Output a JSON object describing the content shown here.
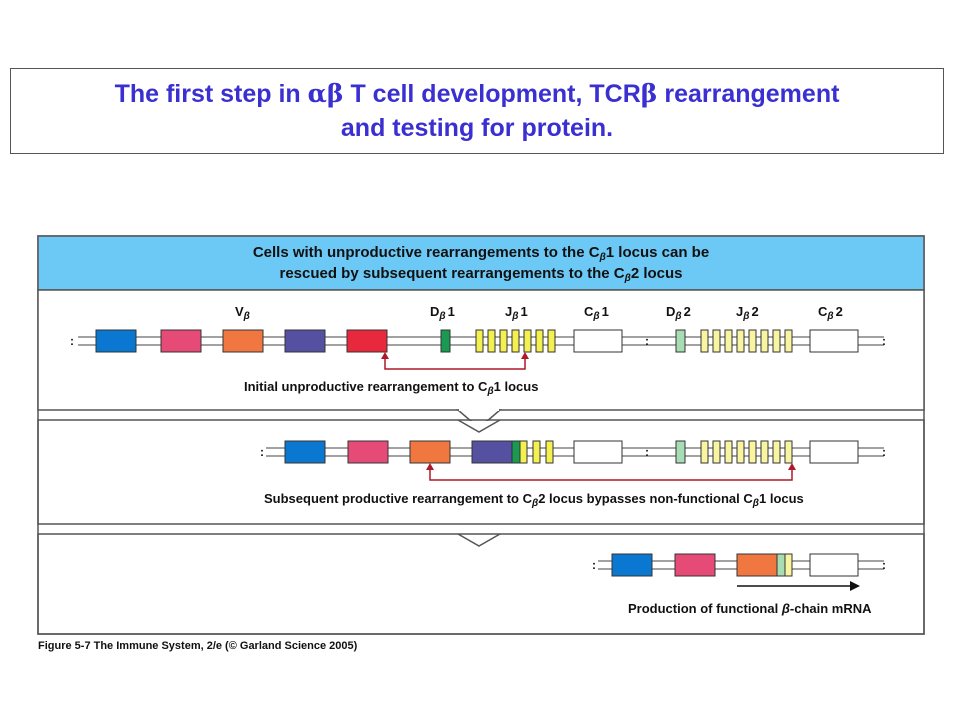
{
  "title": {
    "line1_part1": "The first step in ",
    "line1_greek1": "αβ",
    "line1_part2": " T cell development, TCR",
    "line1_greek2": "β",
    "line1_part3": " rearrangement",
    "line2": "and testing for protein."
  },
  "header": {
    "line1_a": "Cells with unproductive rearrangements to the C",
    "line1_sub": "β",
    "line1_b": "1 locus can be",
    "line2_a": "rescued by subsequent rearrangements to the C",
    "line2_sub": "β",
    "line2_b": "2 locus"
  },
  "segments": {
    "v_label": "V",
    "d1_label": "D",
    "d1_num": "1",
    "j1_label": "J",
    "j1_num": "1",
    "c1_label": "C",
    "c1_num": "1",
    "d2_label": "D",
    "d2_num": "2",
    "j2_label": "J",
    "j2_num": "2",
    "c2_label": "C",
    "c2_num": "2",
    "sub": "β"
  },
  "panel1": {
    "caption_a": "Initial unproductive rearrangement  to  C",
    "caption_sub": "β",
    "caption_b": "1 locus"
  },
  "panel2": {
    "caption_a": "Subsequent productive rearrangement to C",
    "caption_sub1": "β",
    "caption_b": "2 locus bypasses non-functional C",
    "caption_sub2": "β",
    "caption_c": "1 locus"
  },
  "panel3": {
    "caption_a": "Production of functional ",
    "caption_greek": "β",
    "caption_b": "-chain mRNA"
  },
  "figure_caption": "Figure 5-7  The Immune System, 2/e (© Garland Science 2005)",
  "colors": {
    "title": "#3a2fd0",
    "header_bg": "#6cc8f5",
    "v_blue": "#0a78d0",
    "v_pink": "#e64b78",
    "v_orange": "#f07840",
    "v_purple": "#5550a0",
    "v_red": "#e8283c",
    "d1_green": "#1a9a50",
    "d2_mint": "#a8dcb4",
    "j_yellow": "#f4f050",
    "j2_yellow": "#f8f4a0",
    "arrow_red": "#b01828"
  }
}
